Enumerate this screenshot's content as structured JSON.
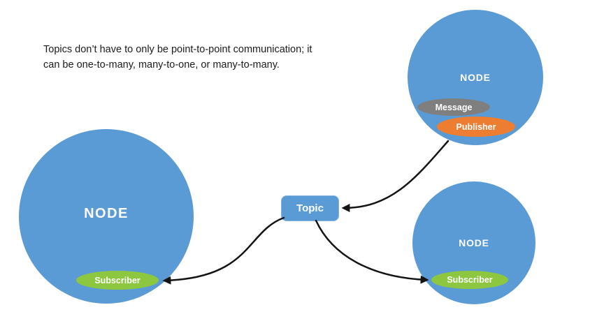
{
  "caption": {
    "line1": "Topics don’t have to only be point-to-point communication; it",
    "line2": "can be one-to-many, many-to-one, or many-to-many."
  },
  "topic": {
    "label": "Topic"
  },
  "nodes": {
    "left": {
      "label": "NODE",
      "subscriber": "Subscriber"
    },
    "top_right": {
      "label": "NODE",
      "message": "Message",
      "publisher": "Publisher"
    },
    "bottom_right": {
      "label": "NODE",
      "subscriber": "Subscriber"
    }
  },
  "colors": {
    "node_blue": "#5b9bd5",
    "subscriber_green": "#8dc63f",
    "publisher_orange": "#ed7d31",
    "message_gray": "#7f7f7f",
    "arrow_black": "#141414",
    "caption_text": "#1c1c1c"
  }
}
